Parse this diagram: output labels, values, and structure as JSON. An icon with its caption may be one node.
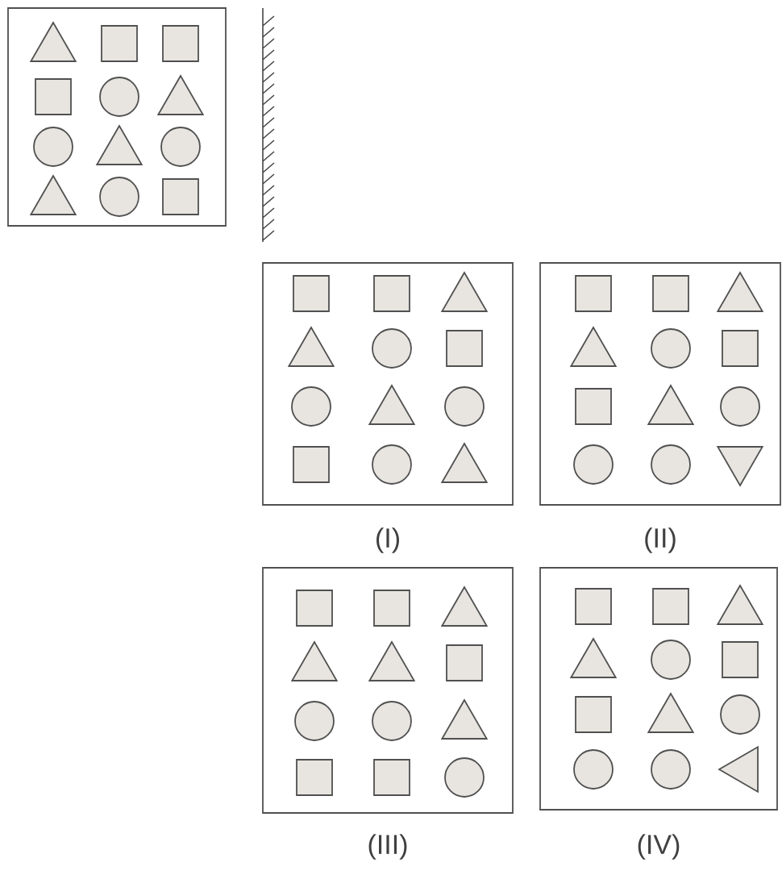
{
  "diagram": {
    "nodes": [
      {
        "text": [],
        "shape": "box"
      },
      {
        "text": [],
        "shape": "triangle",
        "in": 0
      },
      {
        "text": [],
        "shape": "square",
        "in": 0
      },
      {
        "text": [],
        "shape": "square",
        "in": 0
      },
      {
        "text": [],
        "shape": "square",
        "in": 0
      },
      {
        "text": [],
        "shape": "circle",
        "in": 0
      },
      {
        "text": [],
        "shape": "triangle",
        "in": 0
      },
      {
        "text": [],
        "shape": "circle",
        "in": 0
      },
      {
        "text": [],
        "shape": "triangle",
        "in": 0
      },
      {
        "text": [],
        "shape": "circle",
        "in": 0
      },
      {
        "text": [],
        "shape": "triangle",
        "in": 0
      },
      {
        "text": [],
        "shape": "circle",
        "in": 0
      },
      {
        "text": [],
        "shape": "square",
        "in": 0
      },
      {
        "text": [
          "(I)"
        ]
      },
      {
        "text": [],
        "shape": "square",
        "in": 13
      },
      {
        "text": [],
        "shape": "square",
        "in": 13
      },
      {
        "text": [],
        "shape": "triangle",
        "in": 13
      },
      {
        "text": [],
        "shape": "triangle",
        "in": 13
      },
      {
        "text": [],
        "shape": "circle",
        "in": 13
      },
      {
        "text": [],
        "shape": "square",
        "in": 13
      },
      {
        "text": [],
        "shape": "circle",
        "in": 13
      },
      {
        "text": [],
        "shape": "triangle",
        "in": 13
      },
      {
        "text": [],
        "shape": "circle",
        "in": 13
      },
      {
        "text": [],
        "shape": "square",
        "in": 13
      },
      {
        "text": [],
        "shape": "circle",
        "in": 13
      },
      {
        "text": [],
        "shape": "triangle",
        "in": 13
      },
      {
        "text": [
          "(II)"
        ]
      },
      {
        "text": [],
        "shape": "square",
        "in": 26
      },
      {
        "text": [],
        "shape": "square",
        "in": 26
      },
      {
        "text": [],
        "shape": "triangle",
        "in": 26
      },
      {
        "text": [],
        "shape": "triangle",
        "in": 26
      },
      {
        "text": [],
        "shape": "circle",
        "in": 26
      },
      {
        "text": [],
        "shape": "square",
        "in": 26
      },
      {
        "text": [],
        "shape": "square",
        "in": 26
      },
      {
        "text": [],
        "shape": "triangle",
        "in": 26
      },
      {
        "text": [],
        "shape": "circle",
        "in": 26
      },
      {
        "text": [],
        "shape": "circle",
        "in": 26
      },
      {
        "text": [],
        "shape": "circle",
        "in": 26
      },
      {
        "text": [],
        "shape": "inverted-triangle",
        "in": 26
      },
      {
        "text": [
          "(III)"
        ]
      },
      {
        "text": [],
        "shape": "square",
        "in": 39
      },
      {
        "text": [],
        "shape": "square",
        "in": 39
      },
      {
        "text": [],
        "shape": "triangle",
        "in": 39
      },
      {
        "text": [],
        "shape": "triangle",
        "in": 39
      },
      {
        "text": [],
        "shape": "triangle",
        "in": 39
      },
      {
        "text": [],
        "shape": "square",
        "in": 39
      },
      {
        "text": [],
        "shape": "circle",
        "in": 39
      },
      {
        "text": [],
        "shape": "circle",
        "in": 39
      },
      {
        "text": [],
        "shape": "triangle",
        "in": 39
      },
      {
        "text": [],
        "shape": "square",
        "in": 39
      },
      {
        "text": [],
        "shape": "square",
        "in": 39
      },
      {
        "text": [],
        "shape": "circle",
        "in": 39
      },
      {
        "text": [
          "(IV)"
        ]
      },
      {
        "text": [],
        "shape": "square",
        "in": 52
      },
      {
        "text": [],
        "shape": "square",
        "in": 52
      },
      {
        "text": [],
        "shape": "triangle",
        "in": 52
      },
      {
        "text": [],
        "shape": "triangle",
        "in": 52
      },
      {
        "text": [],
        "shape": "circle",
        "in": 52
      },
      {
        "text": [],
        "shape": "square",
        "in": 52
      },
      {
        "text": [],
        "shape": "square",
        "in": 52
      },
      {
        "text": [],
        "shape": "triangle",
        "in": 52
      },
      {
        "text": [],
        "shape": "circle",
        "in": 52
      },
      {
        "text": [],
        "shape": "circle",
        "in": 52
      },
      {
        "text": [],
        "shape": "circle",
        "in": 52
      },
      {
        "text": [],
        "shape": "left-triangle",
        "in": 52
      }
    ]
  }
}
